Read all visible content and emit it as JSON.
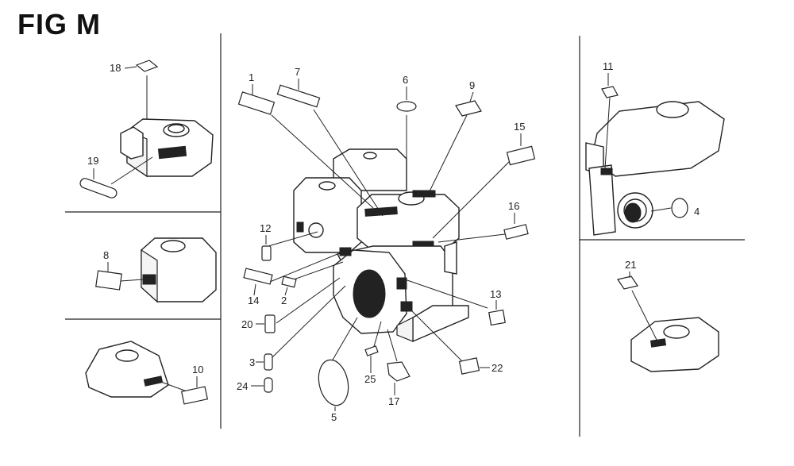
{
  "figure": {
    "title": "FIG M"
  },
  "callouts": [
    "1",
    "2",
    "3",
    "4",
    "5",
    "6",
    "7",
    "8",
    "9",
    "10",
    "11",
    "12",
    "13",
    "14",
    "15",
    "16",
    "17",
    "18",
    "19",
    "20",
    "21",
    "22",
    "24",
    "25"
  ]
}
